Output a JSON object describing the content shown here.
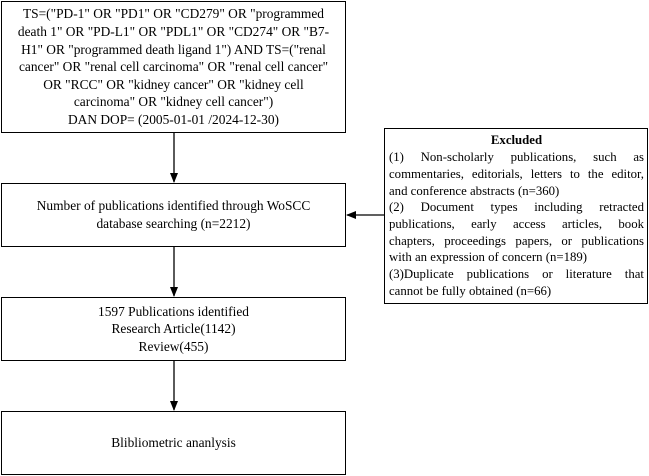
{
  "query_box": {
    "lines": [
      "TS=(\"PD-1\" OR \"PD1\" OR \"CD279\" OR \"programmed",
      "death 1\" OR \"PD-L1\" OR \"PDL1\" OR \"CD274\" OR \"B7-",
      "H1\" OR \"programmed death ligand 1\") AND TS=(\"renal",
      "cancer\" OR \"renal cell carcinoma\" OR \"renal cell cancer\"",
      "OR \"RCC\" OR \"kidney cancer\" OR \"kidney cell",
      "carcinoma\" OR \"kidney cell cancer\")",
      "DAN DOP= (2005-01-01 /2024-12-30)"
    ]
  },
  "identified_box": {
    "lines": [
      "Number of publications identified through WoSCC",
      "database searching (n=2212)"
    ]
  },
  "publications_box": {
    "lines": [
      "1597 Publications identified",
      "Research Article(1142)",
      "Review(455)"
    ]
  },
  "analysis_box": {
    "lines": [
      "Blibliometric ananlysis"
    ]
  },
  "excluded_box": {
    "title": "Excluded",
    "lines": [
      "(1) Non-scholarly publications, such as",
      "commentaries, editorials, letters to the editor,",
      "and conference abstracts (n=360)",
      "(2) Document types including retracted",
      "publications, early access articles, book",
      "chapters, proceedings papers, or publications",
      "with an expression of concern (n=189)",
      "(3)Duplicate publications or literature that",
      "cannot be fully obtained (n=66)"
    ]
  },
  "colors": {
    "border": "#000000",
    "background": "#ffffff",
    "text": "#000000"
  }
}
